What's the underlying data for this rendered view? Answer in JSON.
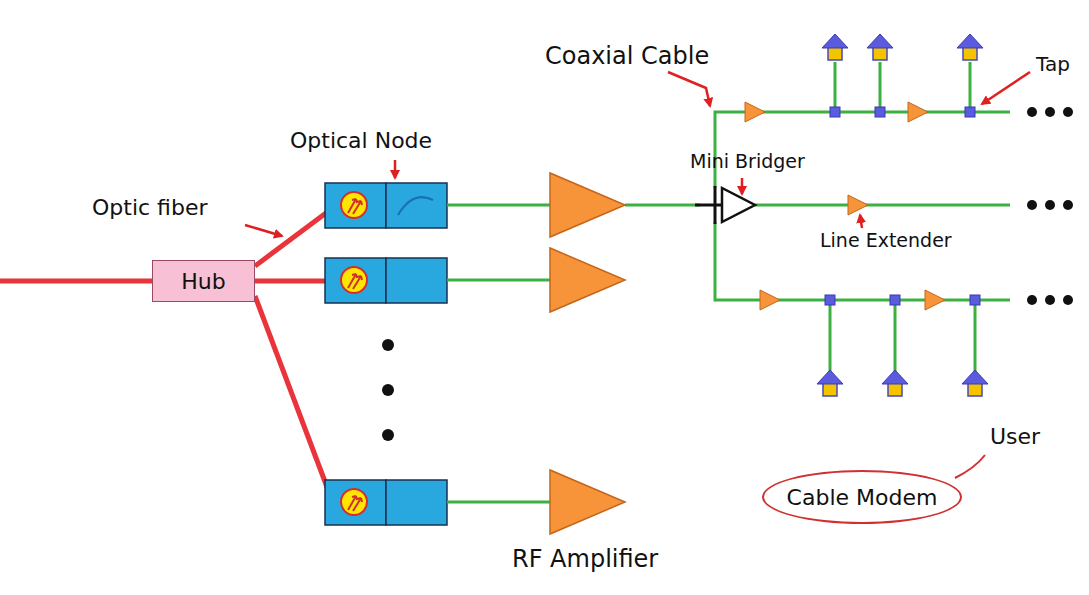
{
  "diagram": {
    "nodes": [
      {
        "text": [
          "Hub"
        ]
      },
      {
        "text": [
          "Cable Modem"
        ]
      }
    ],
    "labels": [
      "Coaxial Cable",
      "Tap",
      "Optical Node",
      "Mini Bridger",
      "Optic fiber",
      "Line Extender",
      "User",
      "RF Amplifier"
    ]
  }
}
